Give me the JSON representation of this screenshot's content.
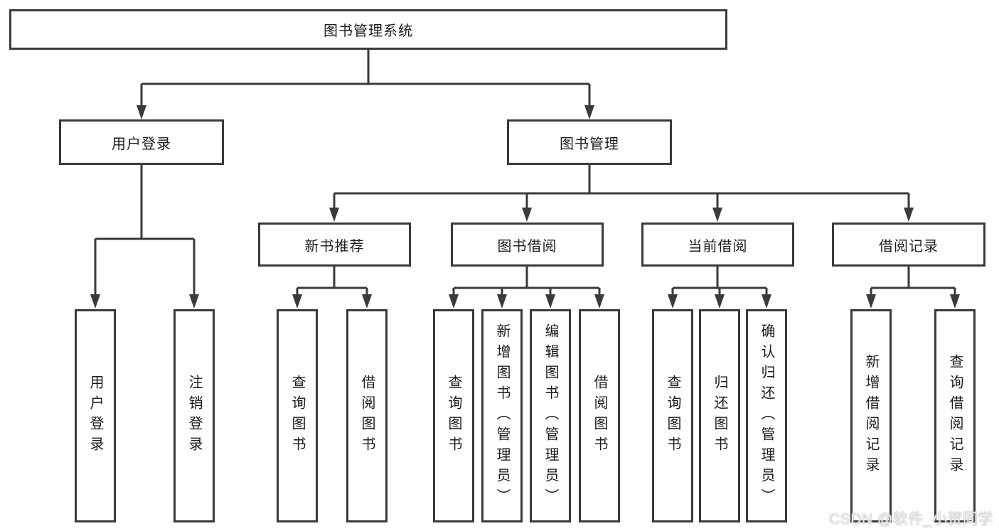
{
  "diagram_title": "图书管理系统",
  "colors": {
    "line": "#3a3a3a",
    "box_border": "#3a3a3a",
    "text": "#1c1c1c",
    "background": "#ffffff",
    "watermark_text": "#eeeeee"
  },
  "tree": {
    "root": "图书管理系统",
    "branches": [
      {
        "label": "用户登录",
        "children": [
          {
            "label": "用户登录"
          },
          {
            "label": "注销登录"
          }
        ]
      },
      {
        "label": "图书管理",
        "children": [
          {
            "label": "新书推荐",
            "children": [
              {
                "label": "查询图书"
              },
              {
                "label": "借阅图书"
              }
            ]
          },
          {
            "label": "图书借阅",
            "children": [
              {
                "label": "查询图书"
              },
              {
                "label": "新增图书（管理员）"
              },
              {
                "label": "编辑图书（管理员）"
              },
              {
                "label": "借阅图书"
              }
            ]
          },
          {
            "label": "当前借阅",
            "children": [
              {
                "label": "查询图书"
              },
              {
                "label": "归还图书"
              },
              {
                "label": "确认归还（管理员）"
              }
            ]
          },
          {
            "label": "借阅记录",
            "children": [
              {
                "label": "新增借阅记录"
              },
              {
                "label": "查询借阅记录"
              }
            ]
          }
        ]
      }
    ]
  },
  "watermark": "CSDN @软件_小贺同学"
}
